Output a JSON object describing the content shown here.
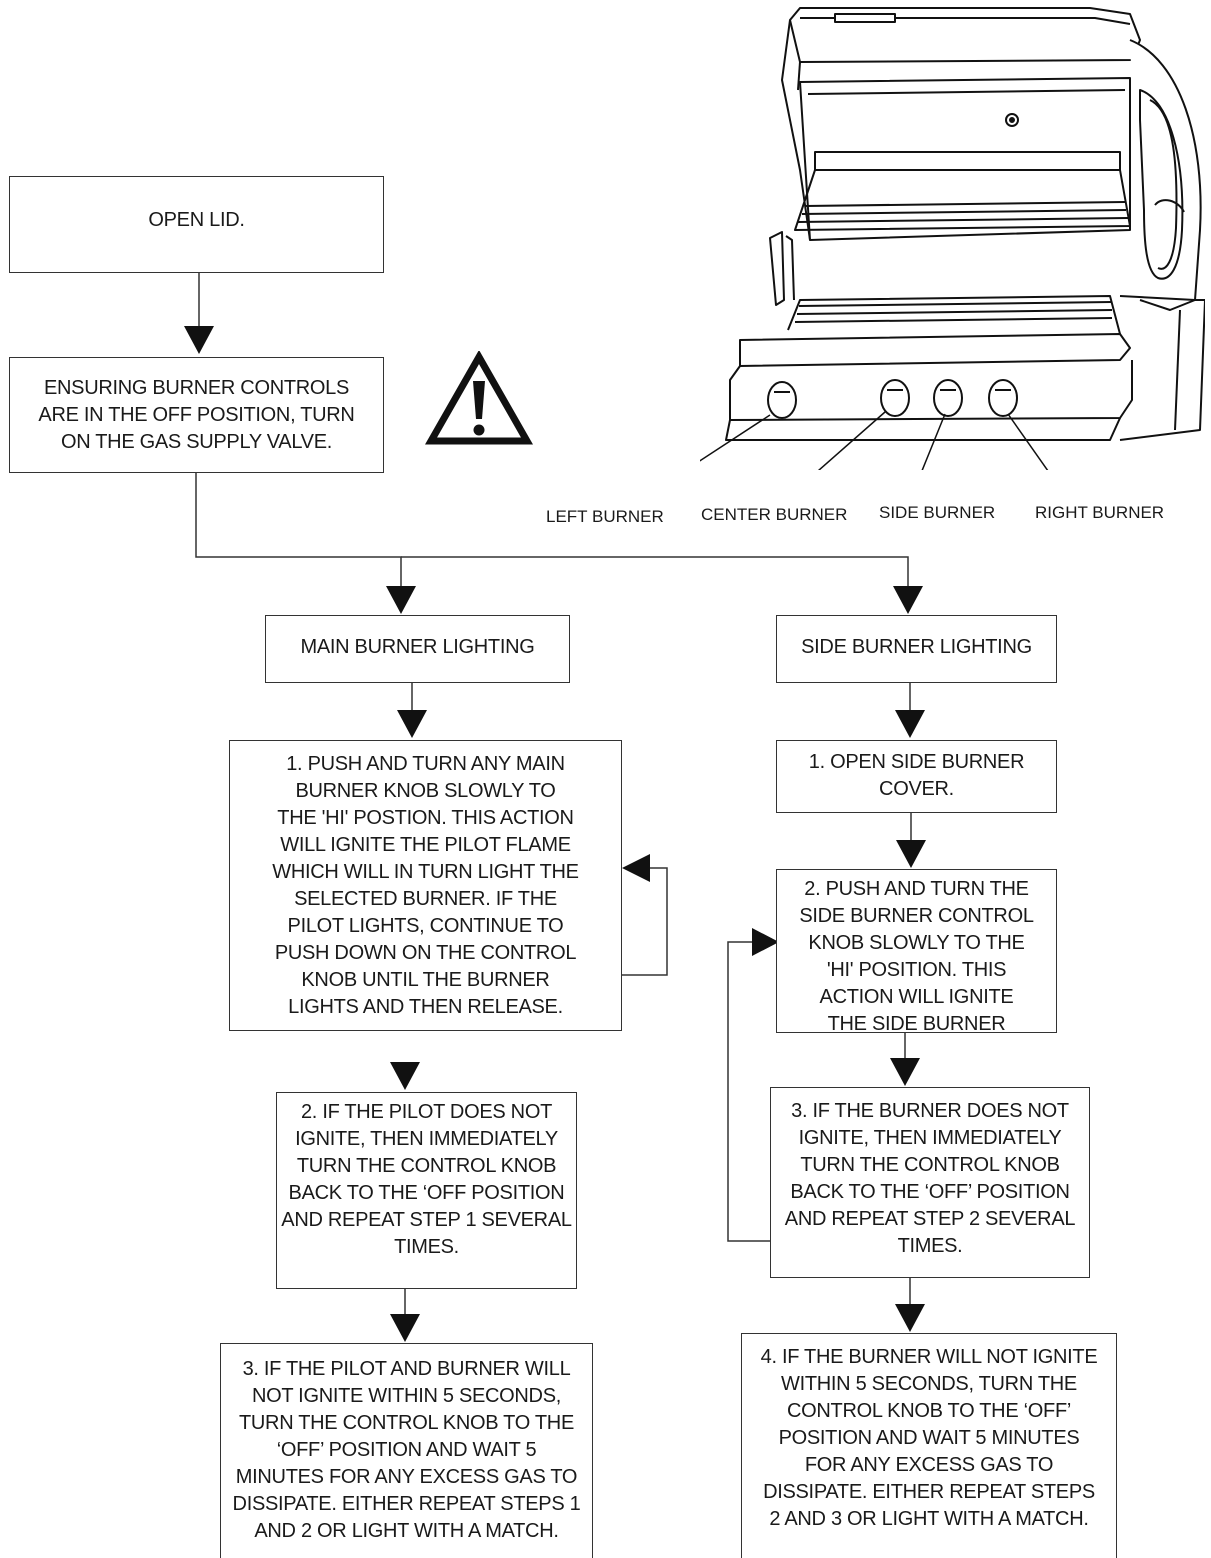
{
  "flow": {
    "open_lid": "OPEN LID.",
    "ensure": [
      "ENSURING BURNER CONTROLS",
      "ARE IN THE OFF POSITION, TURN",
      "ON THE GAS SUPPLY VALVE."
    ],
    "main": {
      "title": "MAIN BURNER LIGHTING",
      "step1": [
        "1.  PUSH AND TURN ANY MAIN",
        "BURNER KNOB SLOWLY TO",
        "THE 'HI' POSTION.  THIS ACTION",
        "WILL IGNITE THE  PILOT FLAME",
        "WHICH WILL IN TURN LIGHT THE",
        "SELECTED BURNER.  IF THE",
        "PILOT LIGHTS, CONTINUE TO",
        "PUSH DOWN ON THE CONTROL",
        "KNOB UNTIL THE BURNER",
        "LIGHTS AND THEN RELEASE."
      ],
      "step2": [
        "2.  IF THE PILOT DOES NOT",
        "IGNITE, THEN IMMEDIATELY",
        "TURN THE CONTROL KNOB",
        "BACK TO THE ‘OFF POSITION",
        "AND REPEAT STEP 1 SEVERAL",
        "TIMES."
      ],
      "step3": [
        "3.  IF THE PILOT AND BURNER WILL",
        "NOT IGNITE WITHIN 5 SECONDS,",
        "TURN THE CONTROL KNOB TO THE",
        "‘OFF’ POSITION AND WAIT 5",
        "MINUTES FOR ANY EXCESS GAS TO",
        "DISSIPATE.  EITHER REPEAT STEPS 1",
        "AND 2 OR LIGHT WITH A MATCH."
      ]
    },
    "side": {
      "title": "SIDE BURNER LIGHTING",
      "step1": [
        "1.  OPEN SIDE BURNER",
        "COVER."
      ],
      "step2": [
        "2.  PUSH AND TURN THE",
        "SIDE BURNER CONTROL",
        "KNOB SLOWLY TO THE",
        "'HI' POSITION.  THIS",
        "ACTION WILL IGNITE",
        "THE SIDE BURNER"
      ],
      "step3": [
        "3.  IF THE BURNER DOES NOT",
        "IGNITE, THEN IMMEDIATELY",
        "TURN THE CONTROL KNOB",
        "BACK TO THE ‘OFF’ POSITION",
        "AND REPEAT STEP 2 SEVERAL",
        "TIMES."
      ],
      "step4": [
        "4.  IF THE BURNER WILL NOT IGNITE",
        "WITHIN 5 SECONDS, TURN THE",
        "CONTROL KNOB TO THE ‘OFF’",
        "POSITION AND WAIT 5 MINUTES",
        "FOR ANY EXCESS GAS TO",
        "DISSIPATE.  EITHER REPEAT STEPS",
        "2 AND 3 OR LIGHT WITH A MATCH."
      ]
    }
  },
  "grill_labels": {
    "left": "LEFT BURNER",
    "center": "CENTER BURNER",
    "side": "SIDE BURNER",
    "right": "RIGHT BURNER"
  },
  "icons": {
    "warning": "warning-triangle-icon",
    "grill": "grill-illustration"
  }
}
